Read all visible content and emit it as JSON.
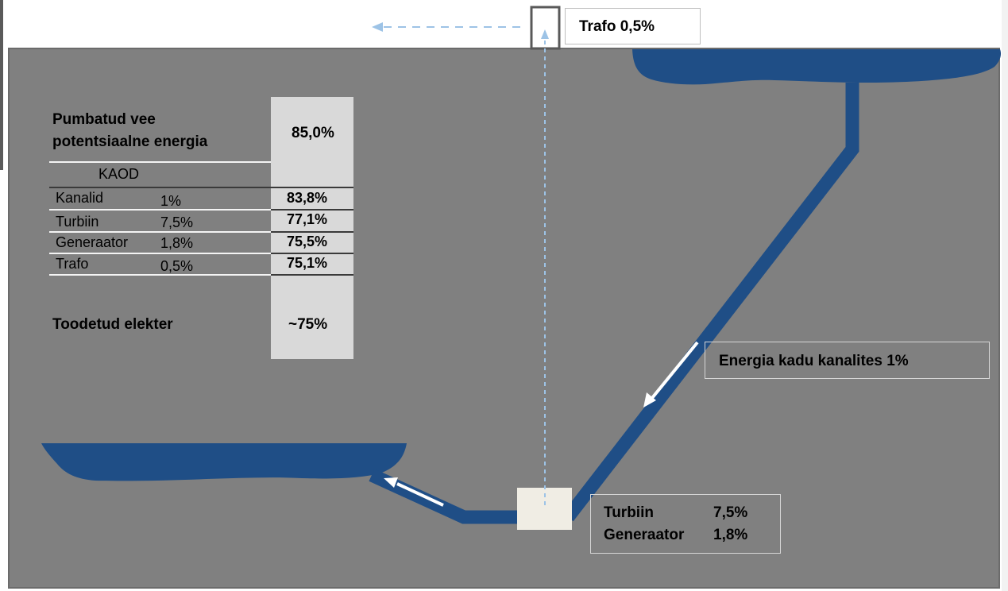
{
  "top_label": {
    "text": "Trafo  0,5%"
  },
  "table": {
    "header_line1": "Pumbatud vee",
    "header_line2": "potentsiaalne  energia",
    "header_value": "85,0%",
    "losses_title": "KAOD",
    "rows": [
      {
        "name": "Kanalid",
        "loss": "1%",
        "value": "83,8%"
      },
      {
        "name": "Turbiin",
        "loss": "7,5%",
        "value": "77,1%"
      },
      {
        "name": "Generaator",
        "loss": "1,8%",
        "value": "75,5%"
      },
      {
        "name": "Trafo",
        "loss": "0,5%",
        "value": "75,1%"
      }
    ],
    "footer_label": "Toodetud elekter",
    "footer_value": "~75%"
  },
  "energy_loss_label": {
    "text": "Energia kadu kanalites  1%"
  },
  "turbine_box": {
    "row1_name": "Turbiin",
    "row1_value": "7,5%",
    "row2_name": "Generaator",
    "row2_value": "1,8%"
  },
  "colors": {
    "background": "#808080",
    "water": "#1f4e86",
    "table_column": "#d9d9d9",
    "power_line": "#9dc3e6",
    "turbine": "#f0ede4"
  }
}
